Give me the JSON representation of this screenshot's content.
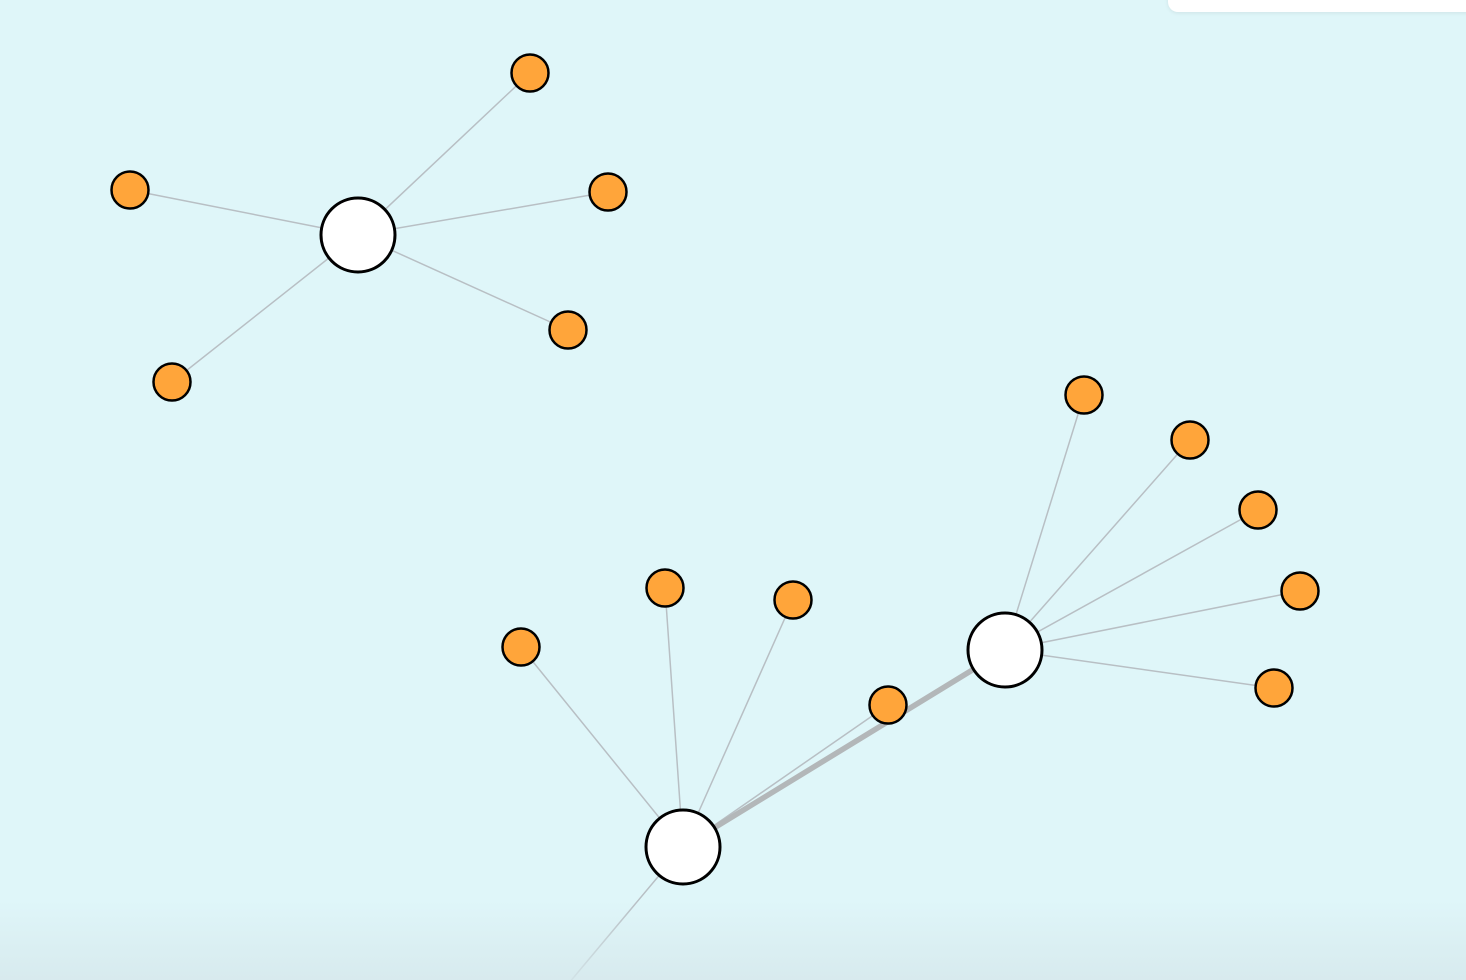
{
  "colors": {
    "background": "#dff6f9",
    "hub_fill": "#ffffff",
    "leaf_fill": "#ffa53a",
    "node_stroke": "#000000",
    "edge": "#b8bfc4",
    "strong_edge": "#b3b7b9"
  },
  "graph": {
    "nodes": [
      {
        "id": "hub-a",
        "kind": "hub"
      },
      {
        "id": "hub-b",
        "kind": "hub"
      },
      {
        "id": "hub-c",
        "kind": "hub"
      },
      {
        "id": "a1",
        "kind": "leaf"
      },
      {
        "id": "a2",
        "kind": "leaf"
      },
      {
        "id": "a3",
        "kind": "leaf"
      },
      {
        "id": "a4",
        "kind": "leaf"
      },
      {
        "id": "a5",
        "kind": "leaf"
      },
      {
        "id": "b1",
        "kind": "leaf"
      },
      {
        "id": "b2",
        "kind": "leaf"
      },
      {
        "id": "b3",
        "kind": "leaf"
      },
      {
        "id": "b4",
        "kind": "leaf"
      },
      {
        "id": "b5",
        "kind": "leaf"
      },
      {
        "id": "c1",
        "kind": "leaf"
      },
      {
        "id": "c2",
        "kind": "leaf"
      },
      {
        "id": "c3",
        "kind": "leaf"
      },
      {
        "id": "c4",
        "kind": "leaf"
      }
    ],
    "edges": [
      {
        "source": "hub-a",
        "target": "a1",
        "weight": 1
      },
      {
        "source": "hub-a",
        "target": "a2",
        "weight": 1
      },
      {
        "source": "hub-a",
        "target": "a3",
        "weight": 1
      },
      {
        "source": "hub-a",
        "target": "a4",
        "weight": 1
      },
      {
        "source": "hub-a",
        "target": "a5",
        "weight": 1
      },
      {
        "source": "hub-b",
        "target": "b1",
        "weight": 1
      },
      {
        "source": "hub-b",
        "target": "b2",
        "weight": 1
      },
      {
        "source": "hub-b",
        "target": "b3",
        "weight": 1
      },
      {
        "source": "hub-b",
        "target": "b4",
        "weight": 1
      },
      {
        "source": "hub-b",
        "target": "b5",
        "weight": 1
      },
      {
        "source": "hub-c",
        "target": "c1",
        "weight": 1
      },
      {
        "source": "hub-c",
        "target": "c2",
        "weight": 1
      },
      {
        "source": "hub-c",
        "target": "c3",
        "weight": 1
      },
      {
        "source": "hub-c",
        "target": "c4",
        "weight": 1
      },
      {
        "source": "hub-c",
        "target": "hub-b",
        "weight": 6
      },
      {
        "source": "hub-c",
        "target": "offscreen",
        "weight": 1
      }
    ]
  }
}
